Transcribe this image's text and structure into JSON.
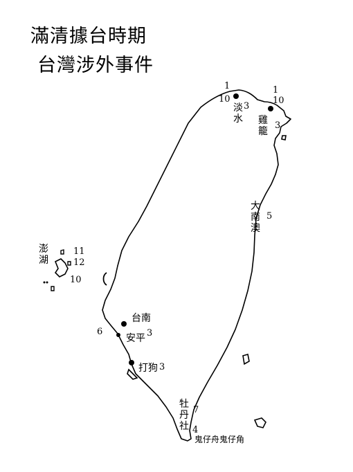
{
  "title": {
    "line1": "滿清據台時期",
    "line2": "台灣涉外事件"
  },
  "places": {
    "tamsui": "淡水",
    "keelung": "雞籠",
    "danan": "大南澳",
    "penghu": "澎湖",
    "tainan": "台南",
    "anping": "安平",
    "dagou": "打狗",
    "mudan": "牡丹社",
    "guizai": "鬼仔舟鬼仔角"
  },
  "numbers": {
    "tamsui_top": "1",
    "tamsui_left": "10",
    "tamsui_right": "3",
    "keelung_top": "1",
    "keelung_mid": "10",
    "keelung_right": "3",
    "danan": "5",
    "penghu_1": "11",
    "penghu_2": "12",
    "penghu_3": "10",
    "tainan_left": "6",
    "anping": "3",
    "dagou": "3",
    "mudan": "7",
    "south": "4"
  },
  "colors": {
    "ink": "#000000",
    "paper": "#ffffff"
  }
}
